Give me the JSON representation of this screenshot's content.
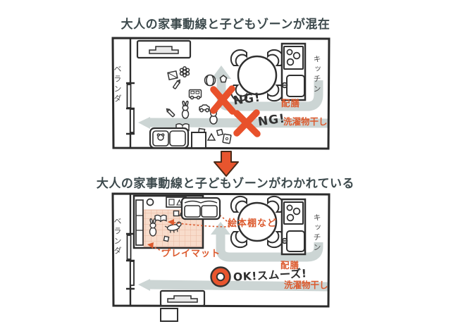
{
  "before": {
    "title": "大人の家事動線と子どもゾーンが混在",
    "veranda_label": "ベランダ",
    "kitchen_label": "キッチン",
    "serving_label": "配膳",
    "laundry_label": "洗濯物干し",
    "ng_labels": [
      "NG!",
      "NG!"
    ]
  },
  "after": {
    "title": "大人の家事動線と子どもゾーンがわかれている",
    "veranda_label": "ベランダ",
    "kitchen_label": "キッチン",
    "serving_label": "配膳",
    "laundry_label": "洗濯物干し",
    "bookshelf_label": "絵本棚など",
    "playmat_label": "プレイマット",
    "ok_label": "OK!スムーズ!"
  },
  "icons": {
    "transition": "down-arrow-icon",
    "bad": "ng-cross-icon",
    "good": "ok-circle-icon"
  },
  "colors": {
    "accent_orange": "#e8552e",
    "label_orange": "#dc5a2e",
    "route_gray": "#ccd5d4",
    "ink": "#2e2e2e",
    "title_text": "#3d4a4d",
    "mat_pink": "#f8dccb",
    "mat_grid": "#e9b8a2"
  }
}
